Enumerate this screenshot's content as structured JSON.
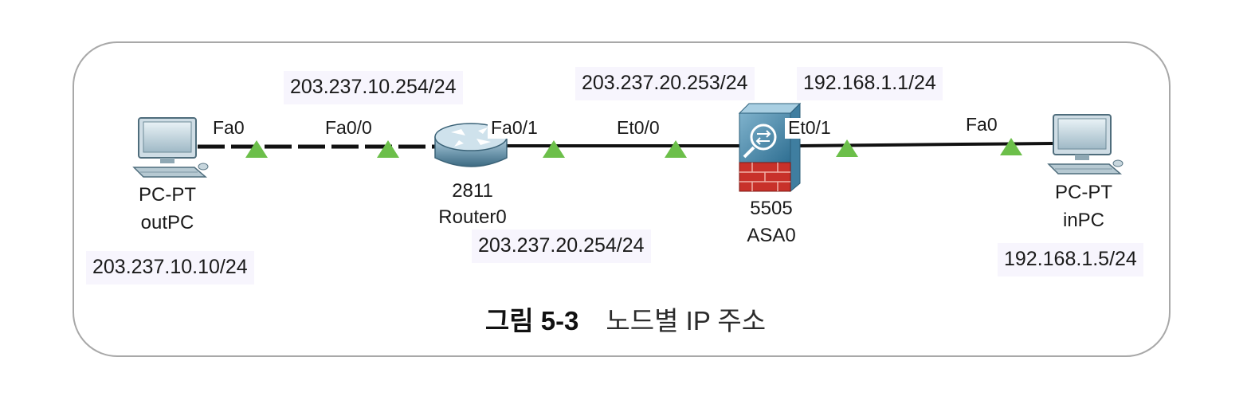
{
  "colors": {
    "frame_border": "#a8a8a8",
    "ip_box_bg": "#f7f5fd",
    "link_line": "#111111",
    "port_marker": "#6cbf4a"
  },
  "devices": {
    "out_pc": {
      "icon": "pc-icon",
      "model": "PC-PT",
      "name": "outPC",
      "ip": "203.237.10.10/24"
    },
    "router": {
      "icon": "router-icon",
      "model": "2811",
      "name": "Router0"
    },
    "asa": {
      "icon": "firewall-icon",
      "model": "5505",
      "name": "ASA0"
    },
    "in_pc": {
      "icon": "pc-icon",
      "model": "PC-PT",
      "name": "inPC",
      "ip": "192.168.1.5/24"
    }
  },
  "links": [
    {
      "style": "dashed",
      "a_port": "Fa0",
      "b_port": "Fa0/0",
      "b_ip": "203.237.10.254/24"
    },
    {
      "style": "solid",
      "a_port": "Fa0/1",
      "a_ip": "203.237.20.254/24",
      "b_port": "Et0/0",
      "b_ip": "203.237.20.253/24"
    },
    {
      "style": "solid",
      "a_port": "Et0/1",
      "a_ip": "192.168.1.1/24",
      "b_port": "Fa0"
    }
  ],
  "caption": {
    "number": "그림 5-3",
    "title": "노드별 IP 주소"
  }
}
